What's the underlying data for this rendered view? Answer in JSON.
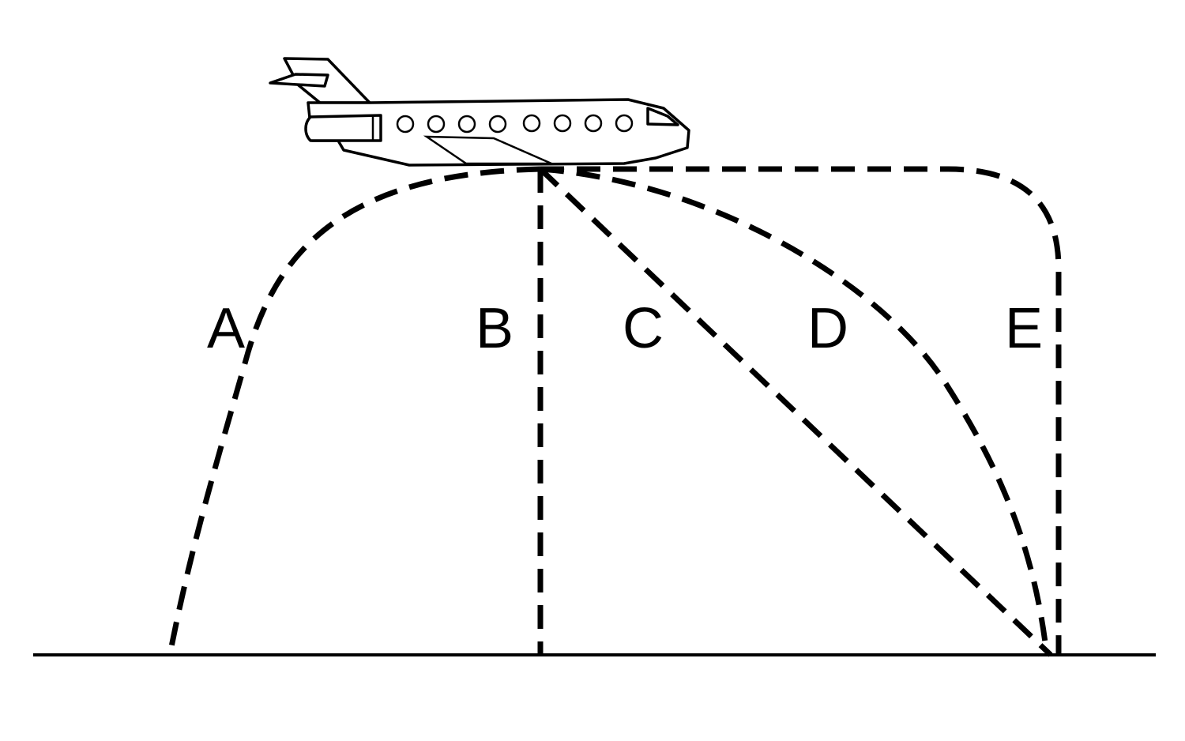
{
  "diagram": {
    "paths": [
      {
        "label": "A"
      },
      {
        "label": "B"
      },
      {
        "label": "C"
      },
      {
        "label": "D"
      },
      {
        "label": "E"
      }
    ],
    "icons": {
      "airplane": "airplane-icon"
    },
    "colors": {
      "stroke": "#000000",
      "background": "#ffffff"
    }
  }
}
